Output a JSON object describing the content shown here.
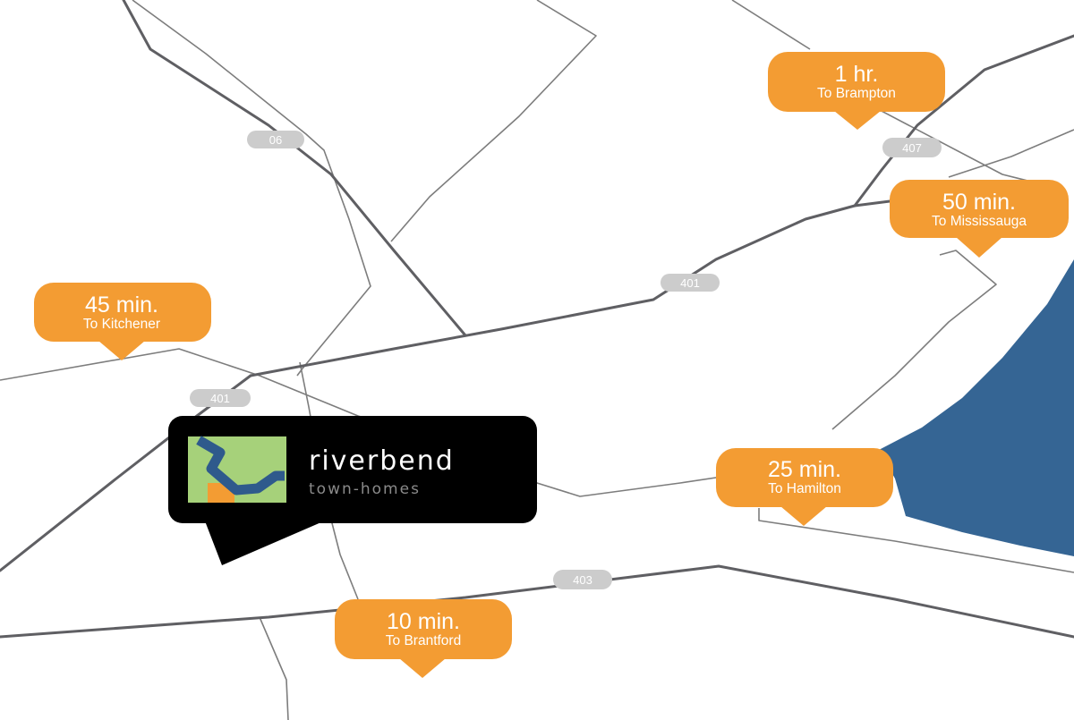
{
  "colors": {
    "background": "#ffffff",
    "road_minor": "#7d7d7d",
    "road_major": "#5f5f63",
    "callout": "#f39c33",
    "lake": "#356594",
    "highway_badge": "#cccccc",
    "logo_bg": "#000000",
    "logo_green": "#a6d17a",
    "logo_blue": "#2f5a8c",
    "logo_orange": "#f39c33"
  },
  "highways": [
    {
      "id": "hwy-06",
      "label": "06"
    },
    {
      "id": "hwy-407",
      "label": "407"
    },
    {
      "id": "hwy-401-east",
      "label": "401"
    },
    {
      "id": "hwy-401-west",
      "label": "401"
    },
    {
      "id": "hwy-403",
      "label": "403"
    }
  ],
  "destinations": [
    {
      "id": "brampton",
      "time": "1 hr.",
      "label": "To Brampton"
    },
    {
      "id": "mississauga",
      "time": "50 min.",
      "label": "To Mississauga"
    },
    {
      "id": "kitchener",
      "time": "45 min.",
      "label": "To Kitchener"
    },
    {
      "id": "hamilton",
      "time": "25 min.",
      "label": "To Hamilton"
    },
    {
      "id": "brantford",
      "time": "10 min.",
      "label": "To Brantford"
    }
  ],
  "logo": {
    "name": "riverbend",
    "subtitle": "town-homes",
    "icon": "riverbend-logo-icon"
  }
}
